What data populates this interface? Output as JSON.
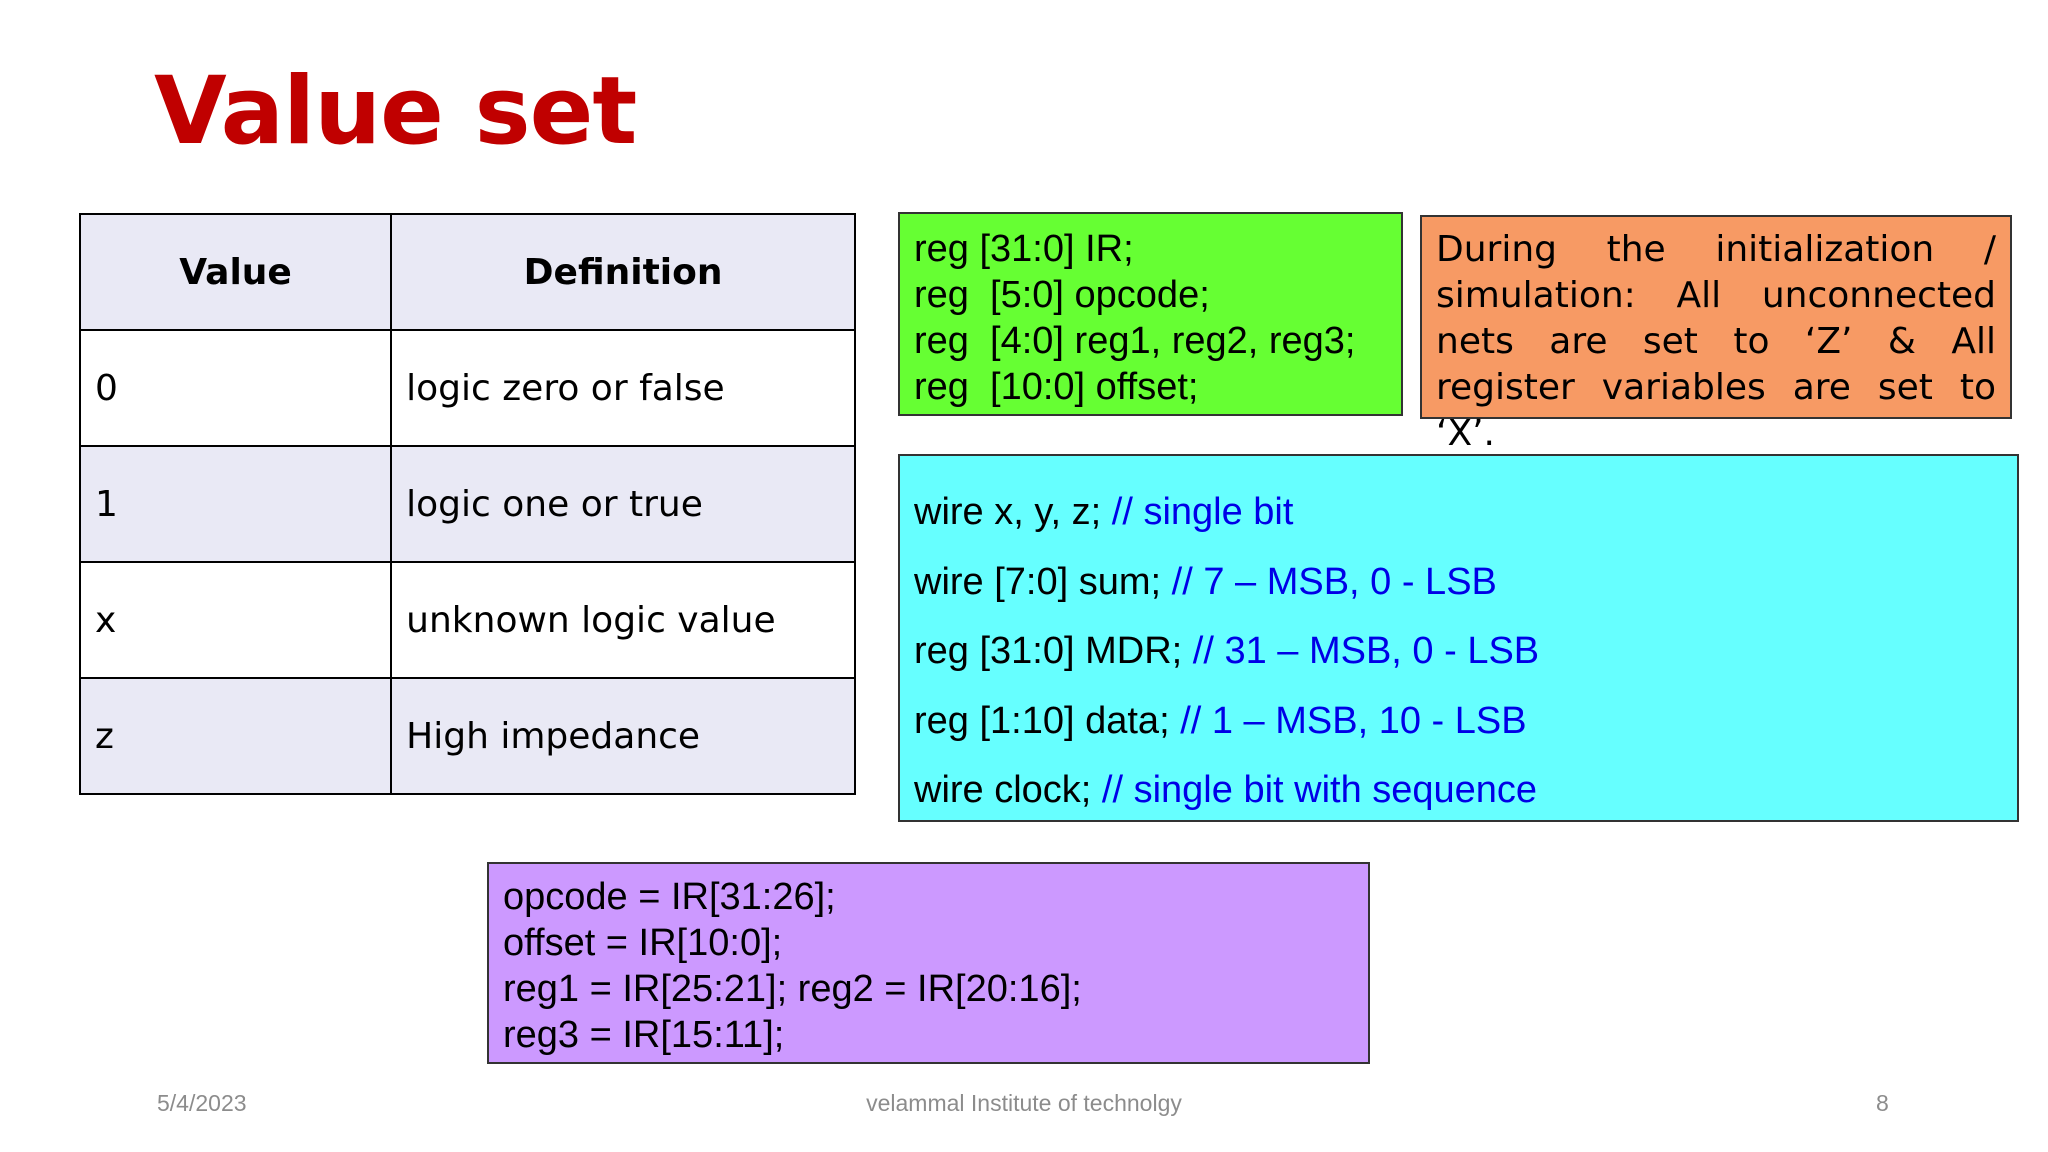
{
  "title": "Value set",
  "value_table": {
    "headers": [
      "Value",
      "Definition"
    ],
    "rows": [
      [
        "0",
        "logic zero or false"
      ],
      [
        "1",
        "logic one or true"
      ],
      [
        "x",
        "unknown logic value"
      ],
      [
        "z",
        "High impedance"
      ]
    ]
  },
  "green_box": {
    "lines": [
      "reg [31:0] IR;",
      "reg  [5:0] opcode;",
      "reg  [4:0] reg1, reg2, reg3;",
      "reg  [10:0] offset;"
    ]
  },
  "orange_box": {
    "text": "During the initialization / simulation: All unconnected nets are set to ‘Z’ & All register variables are set to ‘X’."
  },
  "cyan_box": {
    "lines": [
      {
        "code": "wire x, y, z; ",
        "comment": "// single bit"
      },
      {
        "code": "wire [7:0] sum; ",
        "comment": "// 7 – MSB, 0 - LSB"
      },
      {
        "code": "reg [31:0] MDR; ",
        "comment": "// 31 – MSB, 0 - LSB"
      },
      {
        "code": "reg [1:10] data; ",
        "comment": "// 1 – MSB, 10 - LSB"
      },
      {
        "code": "wire clock; ",
        "comment": "// single bit with sequence"
      }
    ]
  },
  "purple_box": {
    "lines": [
      "opcode = IR[31:26];",
      "offset = IR[10:0];",
      "reg1 = IR[25:21]; reg2 = IR[20:16];",
      "reg3 = IR[15:11];"
    ]
  },
  "footer": {
    "date": "5/4/2023",
    "organization": "velammal Institute of technolgy",
    "page_number": "8"
  },
  "colors": {
    "title": "#c00000",
    "green_box": "#66ff33",
    "orange_box": "#f79a64",
    "cyan_box": "#66ffff",
    "purple_box": "#cc99ff",
    "comment": "#0000e6"
  }
}
